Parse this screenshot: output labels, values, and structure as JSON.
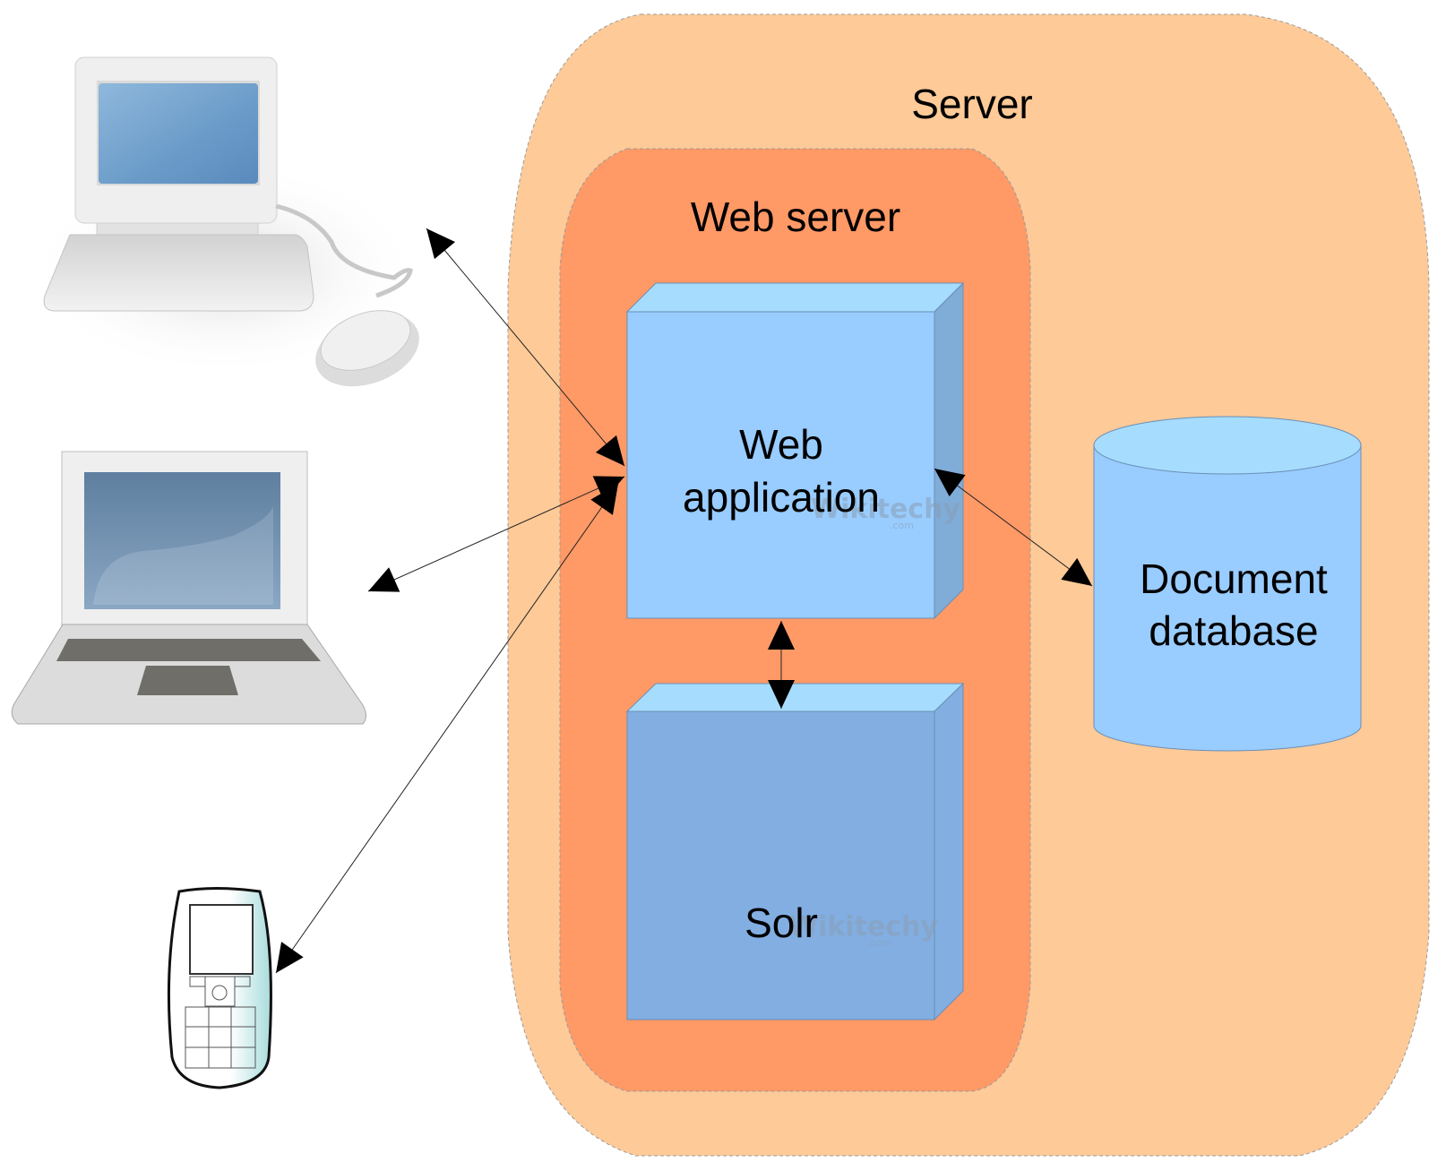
{
  "diagram": {
    "title": "Web application architecture with Solr",
    "containers": {
      "server": {
        "label": "Server",
        "fill": "#fdca98"
      },
      "web_server": {
        "label": "Web server",
        "fill": "#ff9966"
      }
    },
    "nodes": {
      "web_application": {
        "label_line1": "Web",
        "label_line2": "application",
        "front": "#99ccff",
        "top": "#a6ddfe",
        "side": "#80acd8"
      },
      "solr": {
        "label": "Solr",
        "front": "#82aee2",
        "top": "#a6ddfe",
        "side": "#82aee2"
      },
      "document_database": {
        "label_line1": "Document",
        "label_line2": "database",
        "body": "#99ccff",
        "top": "#a6ddfe"
      }
    },
    "clients": [
      {
        "id": "desktop-computer",
        "name": "Desktop computer"
      },
      {
        "id": "laptop",
        "name": "Laptop"
      },
      {
        "id": "mobile-phone",
        "name": "Mobile phone"
      }
    ],
    "connections": [
      {
        "from": "desktop-computer",
        "to": "web_application",
        "type": "bidirectional"
      },
      {
        "from": "laptop",
        "to": "web_application",
        "type": "bidirectional"
      },
      {
        "from": "mobile-phone",
        "to": "web_application",
        "type": "bidirectional"
      },
      {
        "from": "web_application",
        "to": "solr",
        "type": "bidirectional"
      },
      {
        "from": "web_application",
        "to": "document_database",
        "type": "bidirectional"
      }
    ],
    "watermark": {
      "text": "Wikitechy",
      "suffix": ".com"
    }
  }
}
